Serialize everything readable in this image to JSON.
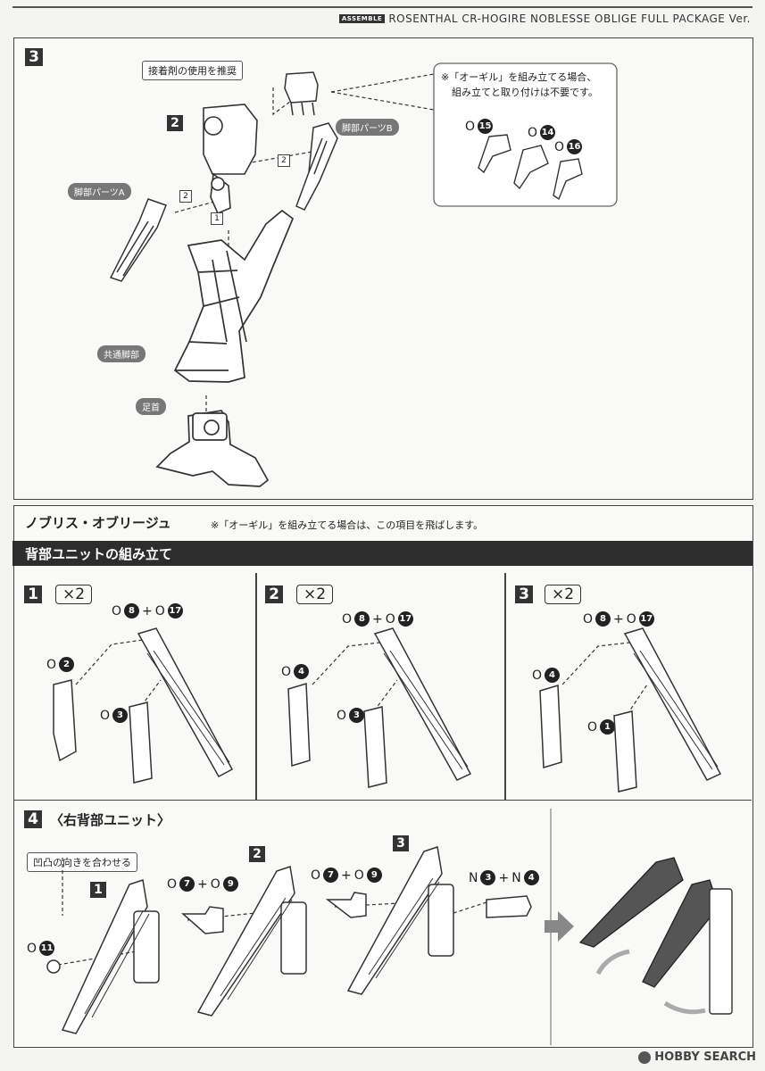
{
  "header": {
    "tag": "ASSEMBLE",
    "title": "ROSENTHAL CR-HOGIRE NOBLESSE OBLIGE FULL PACKAGE Ver."
  },
  "step3": {
    "number": "3",
    "glue_note": "接着剤の使用を推奨",
    "sub_step": "2",
    "leg_a": "脚部パーツA",
    "leg_b": "脚部パーツB",
    "common_leg": "共通脚部",
    "ankle": "足首",
    "arrow_1": "1",
    "arrow_2": "2",
    "ogir_note_line1": "※「オーギル」を組み立てる場合、",
    "ogir_note_line2": "組み立てと取り付けは不要です。",
    "parts": [
      {
        "letter": "O",
        "num": "15"
      },
      {
        "letter": "O",
        "num": "14"
      },
      {
        "letter": "O",
        "num": "16"
      }
    ]
  },
  "noblesse": {
    "title": "ノブリス・オブリージュ",
    "note": "※「オーギル」を組み立てる場合は、この項目を飛ばします。",
    "back_unit_heading": "背部ユニットの組み立て",
    "substeps": [
      {
        "number": "1",
        "times": "×2",
        "top": [
          {
            "letter": "O",
            "num": "8"
          },
          {
            "letter": "O",
            "num": "17"
          }
        ],
        "upper": {
          "letter": "O",
          "num": "2"
        },
        "lower": {
          "letter": "O",
          "num": "3"
        }
      },
      {
        "number": "2",
        "times": "×2",
        "top": [
          {
            "letter": "O",
            "num": "8"
          },
          {
            "letter": "O",
            "num": "17"
          }
        ],
        "upper": {
          "letter": "O",
          "num": "4"
        },
        "lower": {
          "letter": "O",
          "num": "3"
        }
      },
      {
        "number": "3",
        "times": "×2",
        "top": [
          {
            "letter": "O",
            "num": "8"
          },
          {
            "letter": "O",
            "num": "17"
          }
        ],
        "upper": {
          "letter": "O",
          "num": "4"
        },
        "lower": {
          "letter": "O",
          "num": "1"
        }
      }
    ],
    "step4": {
      "number": "4",
      "title": "〈右背部ユニット〉",
      "align_note": "凹凸の向きを合わせる",
      "sub1": "1",
      "sub2": "2",
      "sub3": "3",
      "o11": {
        "letter": "O",
        "num": "11"
      },
      "pair_a": [
        {
          "letter": "O",
          "num": "7"
        },
        {
          "letter": "O",
          "num": "9"
        }
      ],
      "pair_b": [
        {
          "letter": "O",
          "num": "7"
        },
        {
          "letter": "O",
          "num": "9"
        }
      ],
      "pair_c": [
        {
          "letter": "N",
          "num": "3"
        },
        {
          "letter": "N",
          "num": "4"
        }
      ]
    }
  },
  "watermark": "HOBBY SEARCH"
}
